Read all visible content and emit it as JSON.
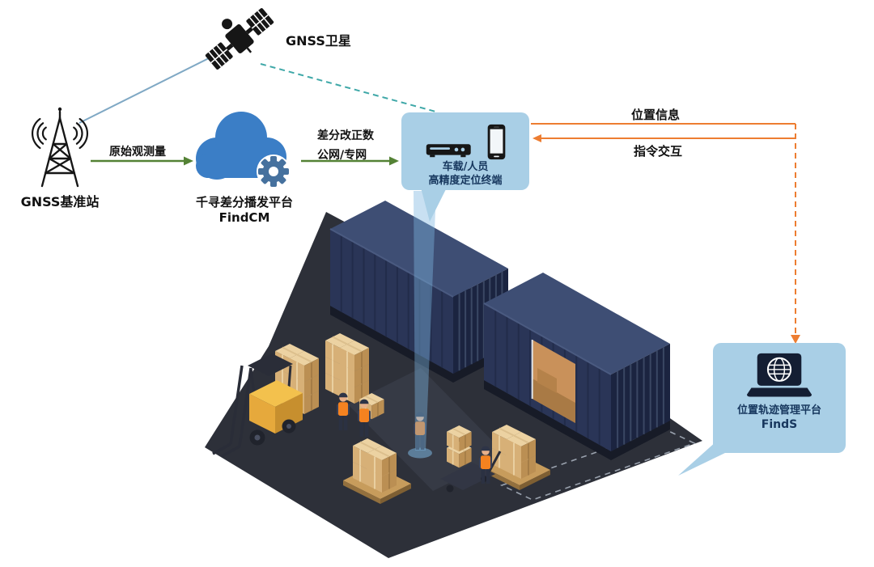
{
  "nodes": {
    "satellite": {
      "label": "GNSS卫星"
    },
    "base_station": {
      "label": "GNSS基准站"
    },
    "cloud_platform": {
      "name": "千寻差分播发平台",
      "product": "FindCM"
    },
    "terminal": {
      "line1": "车载/人员",
      "line2": "高精度定位终端"
    },
    "management_platform": {
      "name": "位置轨迹管理平台",
      "product": "FindS"
    }
  },
  "edges": {
    "station_to_cloud": {
      "label": "原始观测量",
      "from": "base_station",
      "to": "cloud_platform"
    },
    "cloud_to_terminal": {
      "label_line1": "差分改正数",
      "label_line2": "公网/专网",
      "from": "cloud_platform",
      "to": "terminal"
    },
    "terminal_to_platform": {
      "label": "位置信息",
      "from": "terminal",
      "to": "management_platform"
    },
    "platform_to_terminal": {
      "label": "指令交互",
      "from": "management_platform",
      "to": "terminal"
    },
    "satellite_to_station": {
      "from": "satellite",
      "to": "base_station"
    },
    "satellite_to_terminal": {
      "from": "satellite",
      "to": "terminal"
    }
  },
  "icons": {
    "satellite": "satellite-icon",
    "base_station": "radio-tower-icon",
    "cloud": "cloud-gear-icon",
    "terminal": [
      "gnss-receiver-icon",
      "smartphone-icon"
    ],
    "platform": "laptop-globe-icon"
  },
  "scene": {
    "elements": [
      "container-yard-ground",
      "shipping-container",
      "shipping-container-open-door",
      "cardboard-box-stacks",
      "forklift",
      "warehouse-workers",
      "pallet-jack",
      "positioning-beam",
      "dashed-zone-marking"
    ]
  },
  "colors": {
    "callout_bg": "#a9cfe6",
    "callout_text": "#17375e",
    "green_arrow": "#548235",
    "orange_arrow": "#ed7d31",
    "teal_dashed_line": "#3fa8a8",
    "blue_line": "#7fa8c4",
    "cloud_blue": "#3b7ec6",
    "gear_blue": "#46719e",
    "container_navy": "#2a3557",
    "ground_dark": "#2d3039",
    "box_tan": "#d7b077",
    "forklift_yellow": "#e6a93c",
    "beam_blue": "#7cb4df"
  }
}
